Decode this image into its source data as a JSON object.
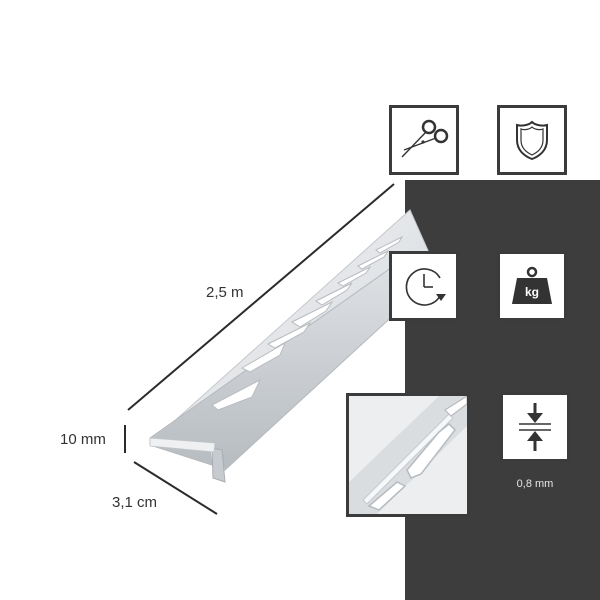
{
  "colors": {
    "dark_panel": "#3d3d3d",
    "metal_light": "#e9ebed",
    "metal_mid": "#cfd3d7",
    "metal_dark": "#a9aeb4",
    "line": "#2b2b2b"
  },
  "dimensions": {
    "length": "2,5 m",
    "height": "10 mm",
    "width": "3,1 cm"
  },
  "icons": [
    {
      "name": "scissors-icon"
    },
    {
      "name": "shield-icon"
    },
    {
      "name": "clock-icon"
    },
    {
      "name": "weight-icon",
      "text": "kg"
    },
    {
      "name": "perforation-detail-image"
    },
    {
      "name": "thickness-icon"
    }
  ],
  "thickness": {
    "value": "0,8 mm"
  }
}
